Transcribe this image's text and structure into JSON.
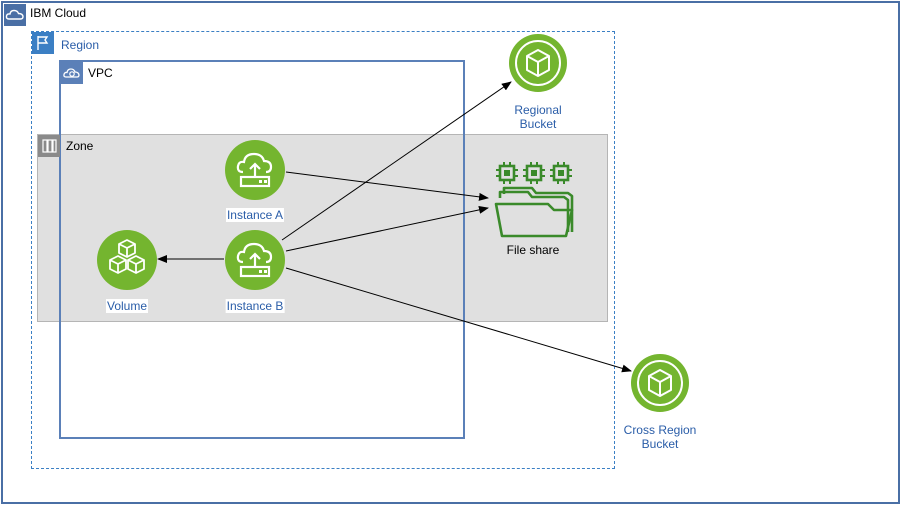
{
  "diagram": {
    "cloud": {
      "label": "IBM Cloud",
      "icon": "cloud-icon"
    },
    "region": {
      "label": "Region",
      "icon": "flag-icon"
    },
    "vpc": {
      "label": "VPC",
      "icon": "vpc-icon"
    },
    "zone": {
      "label": "Zone",
      "icon": "zone-icon"
    },
    "nodes": {
      "instance_a": {
        "label": "Instance A",
        "icon": "virtual-server-icon"
      },
      "instance_b": {
        "label": "Instance B",
        "icon": "virtual-server-icon"
      },
      "volume": {
        "label": "Volume",
        "icon": "block-storage-icon"
      },
      "file_share": {
        "label": "File share",
        "icon": "file-share-icon"
      },
      "regional_bucket": {
        "label_line1": "Regional",
        "label_line2": "Bucket",
        "icon": "object-storage-icon"
      },
      "cross_region_bucket": {
        "label_line1": "Cross Region",
        "label_line2": "Bucket",
        "icon": "object-storage-icon"
      }
    },
    "colors": {
      "node_green": "#74b52f",
      "label_blue": "#2a5da8",
      "file_share_green": "#3a8a2a",
      "zone_gray": "#e0e0e0",
      "vpc_border": "#5b80b8"
    }
  }
}
